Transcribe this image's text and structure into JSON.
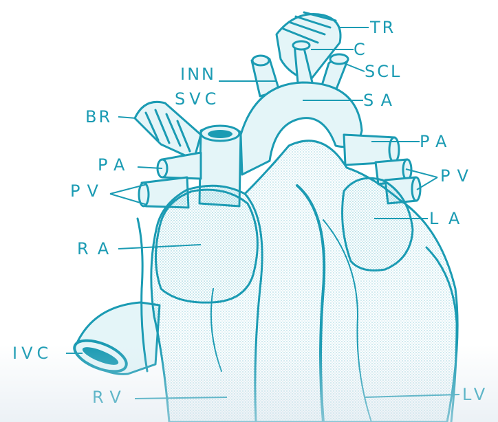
{
  "diagram": {
    "ink_color": "#1b9bb3",
    "fill_color": "#e4f5f8",
    "labels": {
      "tr": "TR",
      "c": "C",
      "scl": "SCL",
      "inn": "INN",
      "svc": "SVC",
      "sa": "SA",
      "br": "BR",
      "pa_left": "PA",
      "pa_right": "PA",
      "pv_left": "PV",
      "pv_right": "PV",
      "la": "LA",
      "ra": "RA",
      "ivc": "IVC",
      "rv": "RV",
      "lv": "LV"
    }
  }
}
